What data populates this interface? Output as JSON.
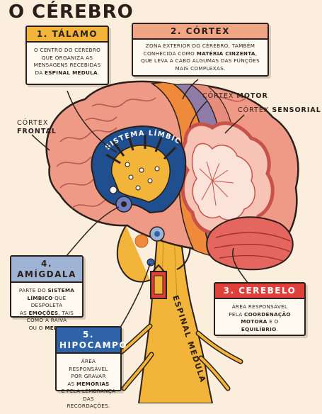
{
  "title": "O CÉREBRO",
  "colors": {
    "background": "#fbeedd",
    "brain": "#ef9a86",
    "cortex_motor": "#ee8a3a",
    "cortex_sensory": "#8f7ba8",
    "cerebellum": "#e5665f",
    "limbic": "#1f4f8f",
    "talamo_head": "#f2b53a",
    "cortex_head": "#f0a585",
    "amigdala_head": "#9fb3d4",
    "hipocampo_head": "#2f63a8",
    "cerebelo_head": "#e0403b",
    "spinal": "#f2b53a"
  },
  "cards": {
    "talamo": {
      "heading": "1. TÁLAMO",
      "lines": [
        "O CENTRO DO CÉREBRO",
        "QUE ORGANIZA AS",
        "MENSAGENS RECEBIDAS"
      ],
      "pre": "DA ",
      "bold": "ESPINAL MEDULA",
      "post": "."
    },
    "cortex": {
      "heading": "2. CÓRTEX",
      "line1": "ZONA EXTERIOR DO CÉREBRO, TAMBÉM",
      "line2_pre": "CONHECIDA COMO ",
      "line2_bold": "MATÉRIA CINZENTA",
      "line2_post": ",",
      "line3": "QUE LEVA A CABO ALGUMAS DAS FUNÇÕES",
      "line4": "MAIS COMPLEXAS."
    },
    "amigdala": {
      "heading": "4. AMÍGDALA",
      "line1_pre": "PARTE DO ",
      "line1_bold": "SISTEMA",
      "line2_bold": "LÍMBICO",
      "line2_post": " QUE DESPOLETA",
      "line3_pre": "AS ",
      "line3_bold": "EMOÇÕES",
      "line3_post": ", TAIS",
      "line4": "COMO A RAIVA",
      "line5_pre": "OU O ",
      "line5_bold": "MEDO",
      "line5_post": "."
    },
    "hipocampo": {
      "heading": "5. HIPOCAMPO",
      "line1": "ÁREA RESPONSÁVEL",
      "line2": "POR GRAVAR",
      "line3_pre": "AS ",
      "line3_bold": "MEMÓRIAS",
      "line4": "E PELA LEMBRANÇA",
      "line5": "DAS RECORDAÇÕES."
    },
    "cerebelo": {
      "heading": "3. CEREBELO",
      "line1": "ÁREA RESPONSÁVEL",
      "line2_pre": "PELA ",
      "line2_bold": "COORDENAÇÃO",
      "line3_bold": "MOTORA",
      "line3_post": " E O",
      "line4_bold": "EQUILÍBRIO",
      "line4_post": "."
    }
  },
  "labels": {
    "cortex_frontal_line1": "CÓRTEX",
    "cortex_frontal_line2": "FRONTAL",
    "cortex_motor_pre": "CÓRTEX ",
    "cortex_motor_bold": "MOTOR",
    "cortex_sensorial_pre": "CÓRTEX ",
    "cortex_sensorial_bold": "SENSORIAL",
    "sistema_limbico": "SISTEMA LÍMBICO",
    "espinal_medula": "ESPINAL MEDULA"
  }
}
